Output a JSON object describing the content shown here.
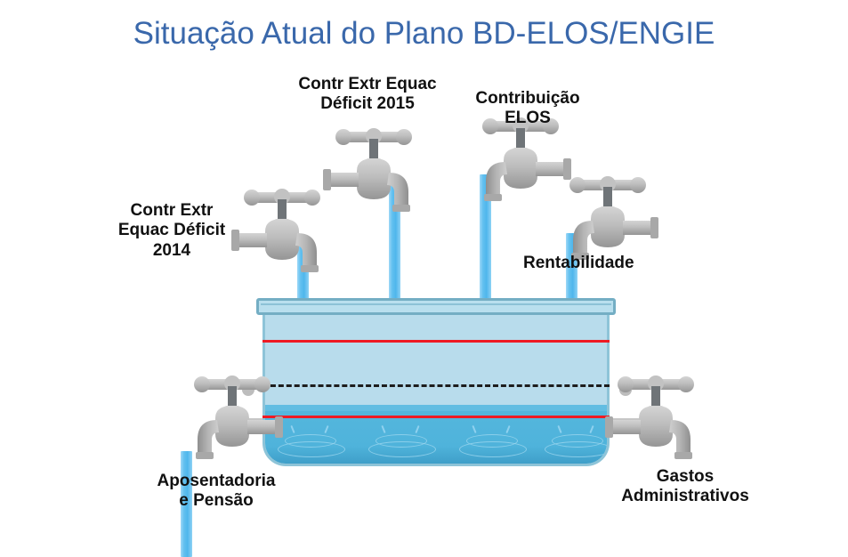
{
  "slide": {
    "title": "Situação Atual do Plano BD-ELOS/ENGIE",
    "title_color": "#3a68ab",
    "background": "#ffffff"
  },
  "labels": {
    "contr_extr_2014": "Contr Extr\nEquac Déficit\n2014",
    "contr_extr_2015": "Contr Extr Equac\nDéficit 2015",
    "contribuicao_elos": "Contribuição\nELOS",
    "rentabilidade": "Rentabilidade",
    "aposentadoria_pensao": "Aposentadoria\ne Pensão",
    "gastos_administrativos": "Gastos\nAdministrativos"
  },
  "diagram": {
    "type": "water-tank-metaphor",
    "inflow_taps": [
      {
        "name": "contr-extr-equac-deficit-2014",
        "label": "Contr Extr Equac Déficit 2014",
        "flowing": true,
        "position": "top-left"
      },
      {
        "name": "contr-extr-equac-deficit-2015",
        "label": "Contr Extr Equac Déficit 2015",
        "flowing": true,
        "position": "top-center-left"
      },
      {
        "name": "contribuicao-elos",
        "label": "Contribuição ELOS",
        "flowing": true,
        "position": "top-center-right"
      },
      {
        "name": "rentabilidade",
        "label": "Rentabilidade",
        "flowing": true,
        "position": "top-right"
      }
    ],
    "outflow_taps": [
      {
        "name": "aposentadoria-e-pensao",
        "label": "Aposentadoria e Pensão",
        "flowing": true,
        "position": "bottom-left"
      },
      {
        "name": "gastos-administrativos",
        "label": "Gastos Administrativos",
        "flowing": false,
        "position": "bottom-right"
      }
    ],
    "tank": {
      "marker_lines": [
        {
          "name": "upper-red-line",
          "style": "solid",
          "color": "#ee1b24"
        },
        {
          "name": "target-dashed-line",
          "style": "dashed",
          "color": "#1d1d1d"
        },
        {
          "name": "lower-red-line",
          "style": "solid",
          "color": "#ee1b24"
        }
      ],
      "water_level": "low",
      "water_color": "#4fb3db",
      "tank_color": "#b8dcec",
      "rim_color": "#74aec4"
    },
    "stream_color": "#63c1f0",
    "faucet_color": "#bdbdbd"
  }
}
